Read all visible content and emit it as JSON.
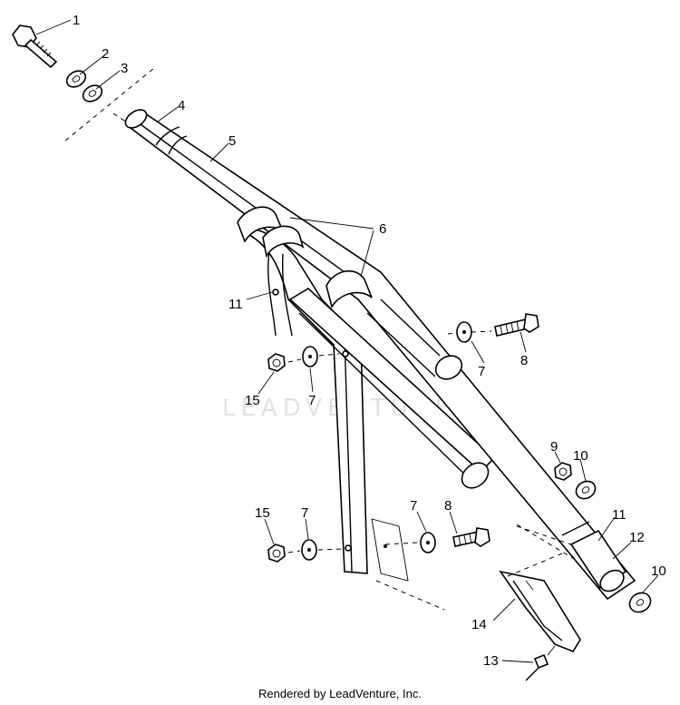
{
  "watermark": "LEADVENTURE",
  "footer": "Rendered by LeadVenture, Inc.",
  "callouts": {
    "c1": "1",
    "c2": "2",
    "c3": "3",
    "c4": "4",
    "c5": "5",
    "c6": "6",
    "c7a": "7",
    "c7b": "7",
    "c7c": "7",
    "c7d": "7",
    "c8a": "8",
    "c8b": "8",
    "c9": "9",
    "c10a": "10",
    "c10b": "10",
    "c11a": "11",
    "c11b": "11",
    "c12": "12",
    "c13": "13",
    "c14": "14",
    "c15a": "15",
    "c15b": "15"
  }
}
